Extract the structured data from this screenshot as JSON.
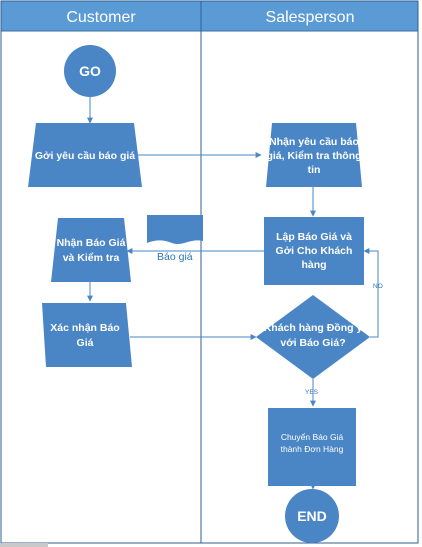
{
  "lanes": {
    "customer": "Customer",
    "salesperson": "Salesperson"
  },
  "nodes": {
    "go": "GO",
    "send_request": "Gởi yêu cầu báo giá",
    "receive_request_1": "Nhận yêu cầu báo",
    "receive_request_2": "giá, Kiểm tra thông",
    "receive_request_3": "tin",
    "create_quote_1": "Lập Báo Giá và",
    "create_quote_2": "Gởi Cho Khách",
    "create_quote_3": "hàng",
    "receive_quote_1": "Nhận Báo Giá",
    "receive_quote_2": "và Kiểm tra",
    "confirm_quote_1": "Xác nhận Báo",
    "confirm_quote_2": "Giá",
    "agree_1": "Khách hàng Đồng ý",
    "agree_2": "với Báo Giá?",
    "convert_1": "Chuyển Báo Giá",
    "convert_2": "thành Đơn Hàng",
    "end": "END"
  },
  "edges": {
    "quote_doc": "Báo giá",
    "no": "NO",
    "yes": "YES"
  },
  "colors": {
    "header": "#5b9bd5",
    "shape": "#4a86c5",
    "line": "#4a86c5",
    "label": "#2e75b6"
  }
}
